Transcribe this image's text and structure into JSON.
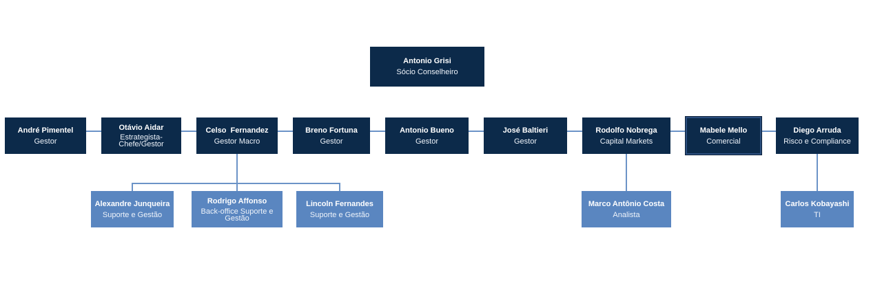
{
  "org_chart": {
    "top": {
      "name": "Antonio Grisi",
      "role": "Sócio Conselheiro"
    },
    "level1": [
      {
        "name": "André Pimentel",
        "role": "Gestor"
      },
      {
        "name": "Otávio Aidar",
        "role": "Estrategista-Chefe/Gestor"
      },
      {
        "name": "Celso  Fernandez",
        "role": "Gestor Macro"
      },
      {
        "name": "Breno Fortuna",
        "role": "Gestor"
      },
      {
        "name": "Antonio Bueno",
        "role": "Gestor"
      },
      {
        "name": "José Baltieri",
        "role": "Gestor"
      },
      {
        "name": "Rodolfo Nobrega",
        "role": "Capital Markets"
      },
      {
        "name": "Mabele Mello",
        "role": "Comercial"
      },
      {
        "name": "Diego Arruda",
        "role": "Risco e Compliance"
      }
    ],
    "level2": [
      {
        "name": "Alexandre Junqueira",
        "role": "Suporte e Gestão"
      },
      {
        "name": "Rodrigo Affonso",
        "role": "Back-office Suporte e Gestão"
      },
      {
        "name": "Lincoln Fernandes",
        "role": "Suporte e Gestão"
      },
      {
        "name": "Marco Antônio Costa",
        "role": "Analista"
      },
      {
        "name": "Carlos Kobayashi",
        "role": "TI"
      }
    ]
  },
  "colors": {
    "dark_box": "#0c2a4a",
    "light_box": "#5a86c0",
    "connector": "#6b93c7"
  }
}
